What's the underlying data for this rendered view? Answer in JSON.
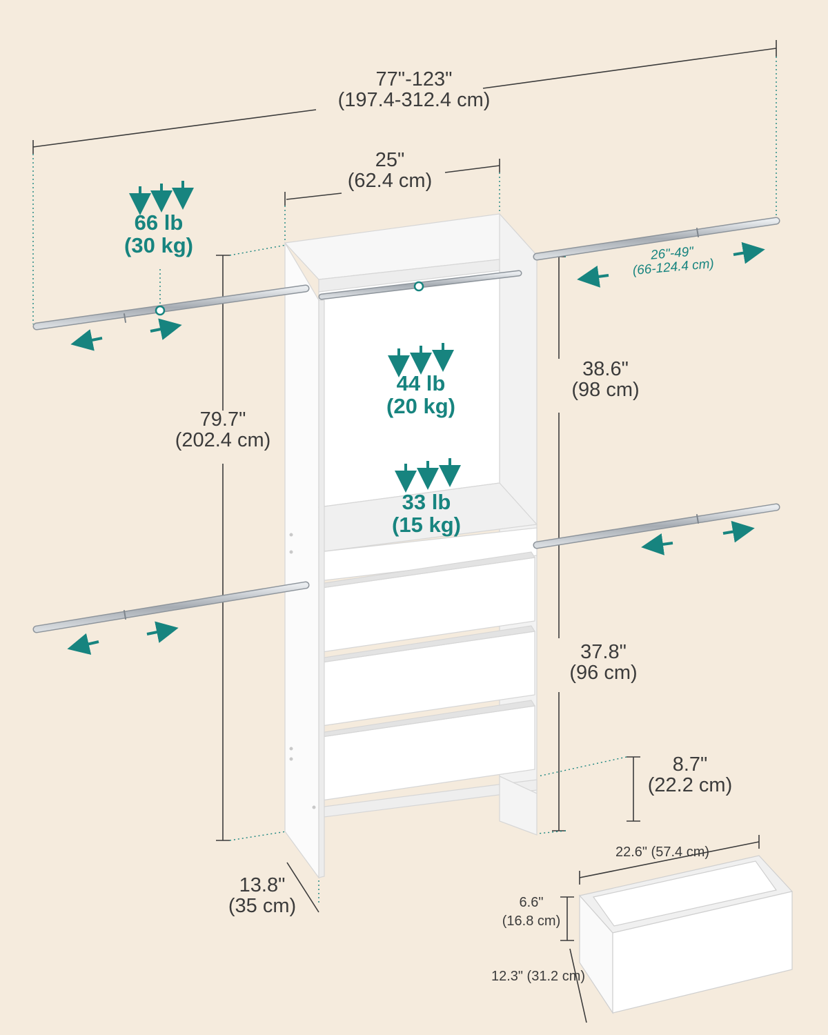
{
  "colors": {
    "background": "#f5ebdd",
    "accent": "#17847f",
    "line": "#3b3b3b",
    "wood": "#ffffff",
    "rod": "#b9bec4"
  },
  "dimensions": {
    "total_width": {
      "in": "77\"-123\"",
      "cm": "(197.4-312.4 cm)"
    },
    "unit_width": {
      "in": "25\"",
      "cm": "(62.4 cm)"
    },
    "height": {
      "in": "79.7\"",
      "cm": "(202.4 cm)"
    },
    "upper_rod_height": {
      "in": "38.6\"",
      "cm": "(98 cm)"
    },
    "lower_rod_height": {
      "in": "37.8\"",
      "cm": "(96 cm)"
    },
    "base_height": {
      "in": "8.7\"",
      "cm": "(22.2 cm)"
    },
    "depth": {
      "in": "13.8\"",
      "cm": "(35 cm)"
    },
    "rod_range": {
      "in": "26\"-49\"",
      "cm": "(66-124.4 cm)"
    }
  },
  "drawer": {
    "width": "22.6\" (57.4 cm)",
    "height_in": "6.6\"",
    "height_cm": "(16.8 cm)",
    "depth": "12.3\" (31.2 cm)"
  },
  "loads": {
    "side_rod": {
      "lb": "66 lb",
      "kg": "(30 kg)"
    },
    "center_rod": {
      "lb": "44 lb",
      "kg": "(20 kg)"
    },
    "shelf": {
      "lb": "33 lb",
      "kg": "(15 kg)"
    }
  },
  "icons": [
    "load-arrow-icon",
    "adjust-arrow-left-icon",
    "adjust-arrow-right-icon"
  ]
}
